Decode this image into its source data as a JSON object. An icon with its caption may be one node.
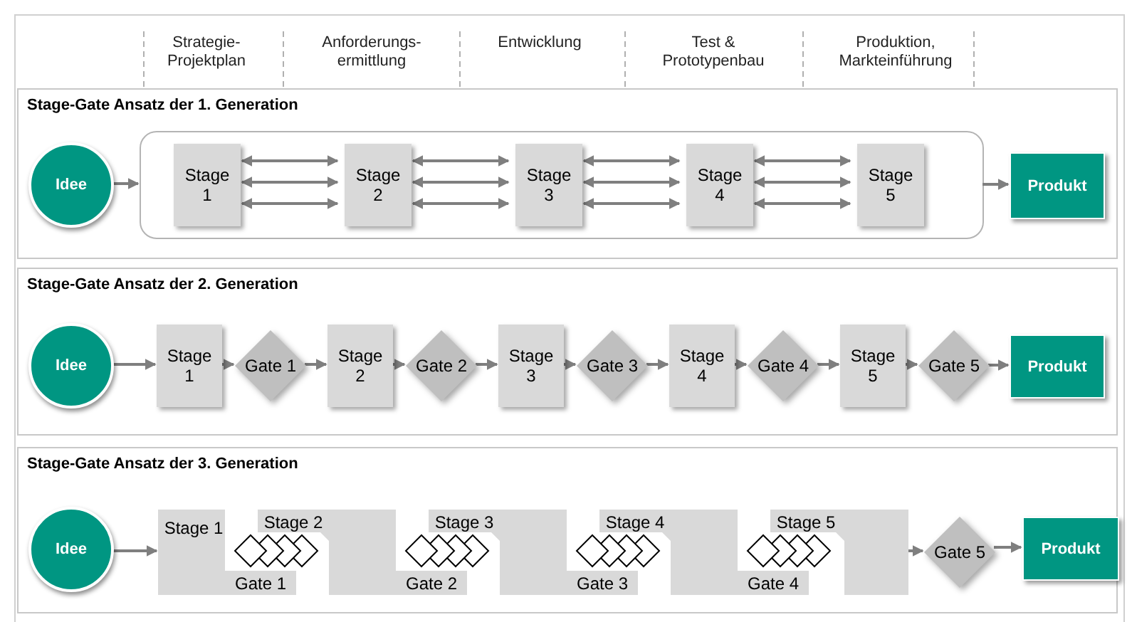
{
  "diagram": {
    "nodes": [
      {
        "text": [
          "Stage-Gate Ansatz der 1. Generation"
        ]
      },
      {
        "text": [
          "Idee"
        ],
        "in": 0
      },
      {
        "text": [],
        "shape": "box",
        "in": 0
      },
      {
        "text": [
          "Stage 1"
        ],
        "in": 2
      },
      {
        "text": [
          "Stage 2"
        ],
        "in": 2
      },
      {
        "text": [
          "Stage 3"
        ],
        "in": 2
      },
      {
        "text": [
          "Stage 4"
        ],
        "in": 2
      },
      {
        "text": [
          "Stage 5"
        ],
        "in": 2
      },
      {
        "text": [
          "Produkt"
        ],
        "in": 0
      },
      {
        "text": [
          "Stage-Gate Ansatz der 2. Generation"
        ]
      },
      {
        "text": [
          "Idee"
        ],
        "in": 9
      },
      {
        "text": [
          "Stage 1"
        ],
        "in": 9
      },
      {
        "text": [
          "Gate 1"
        ],
        "in": 9
      },
      {
        "text": [
          "Stage 2"
        ],
        "in": 9
      },
      {
        "text": [
          "Gate 2"
        ],
        "in": 9
      },
      {
        "text": [
          "Stage 3"
        ],
        "in": 9
      },
      {
        "text": [
          "Gate 3"
        ],
        "in": 9
      },
      {
        "text": [
          "Stage 4"
        ],
        "in": 9
      },
      {
        "text": [
          "Gate 4"
        ],
        "in": 9
      },
      {
        "text": [
          "Stage 5"
        ],
        "in": 9
      },
      {
        "text": [
          "Gate 5"
        ],
        "in": 9
      },
      {
        "text": [
          "Produkt"
        ],
        "in": 9
      },
      {
        "text": [
          "Stage-Gate Ansatz der 3. Generation"
        ]
      },
      {
        "text": [
          "Idee"
        ],
        "in": 22
      },
      {
        "text": [
          "Stage 1"
        ],
        "in": 22
      },
      {
        "text": [
          "Stage 2"
        ],
        "in": 22
      },
      {
        "text": [
          "Gate 1"
        ],
        "in": 22
      },
      {
        "text": [
          "Stage 3"
        ],
        "in": 22
      },
      {
        "text": [
          "Gate 2"
        ],
        "in": 22
      },
      {
        "text": [
          "Stage 4"
        ],
        "in": 22
      },
      {
        "text": [
          "Gate 3"
        ],
        "in": 22
      },
      {
        "text": [
          "Stage 5"
        ],
        "in": 22
      },
      {
        "text": [
          "Gate 4"
        ],
        "in": 22
      },
      {
        "text": [
          "Gate 5"
        ],
        "in": 22
      },
      {
        "text": [
          "Produkt"
        ],
        "in": 22
      }
    ],
    "edges": [
      {
        "from": 1,
        "to": 2,
        "arrow": "to"
      },
      {
        "from": 3,
        "to": 4,
        "arrow": "both"
      },
      {
        "from": 3,
        "to": 4,
        "arrow": "both"
      },
      {
        "from": 3,
        "to": 4,
        "arrow": "both"
      },
      {
        "from": 4,
        "to": 5,
        "arrow": "both"
      },
      {
        "from": 4,
        "to": 5,
        "arrow": "both"
      },
      {
        "from": 4,
        "to": 5,
        "arrow": "both"
      },
      {
        "from": 5,
        "to": 6,
        "arrow": "both"
      },
      {
        "from": 5,
        "to": 6,
        "arrow": "both"
      },
      {
        "from": 5,
        "to": 6,
        "arrow": "both"
      },
      {
        "from": 6,
        "to": 7,
        "arrow": "both"
      },
      {
        "from": 6,
        "to": 7,
        "arrow": "both"
      },
      {
        "from": 6,
        "to": 7,
        "arrow": "both"
      },
      {
        "from": 2,
        "to": 8,
        "arrow": "to"
      },
      {
        "from": 10,
        "to": 11,
        "arrow": "to"
      },
      {
        "from": 11,
        "to": 12,
        "arrow": "to"
      },
      {
        "from": 12,
        "to": 13,
        "arrow": "to"
      },
      {
        "from": 13,
        "to": 14,
        "arrow": "to"
      },
      {
        "from": 14,
        "to": 15,
        "arrow": "to"
      },
      {
        "from": 15,
        "to": 16,
        "arrow": "to"
      },
      {
        "from": 16,
        "to": 17,
        "arrow": "to"
      },
      {
        "from": 17,
        "to": 18,
        "arrow": "to"
      },
      {
        "from": 18,
        "to": 19,
        "arrow": "to"
      },
      {
        "from": 19,
        "to": 20,
        "arrow": "to"
      },
      {
        "from": 20,
        "to": 21,
        "arrow": "to"
      },
      {
        "from": 23,
        "to": 24,
        "arrow": "to"
      },
      {
        "from": 31,
        "to": 33,
        "arrow": "to"
      },
      {
        "from": 33,
        "to": 34,
        "arrow": "to"
      }
    ],
    "labels": [
      "Strategie- Projektplan",
      "Anforderungs- ermittlung",
      "Entwicklung",
      "Test & Prototypenbau",
      "Produktion, Markteinführung"
    ]
  }
}
